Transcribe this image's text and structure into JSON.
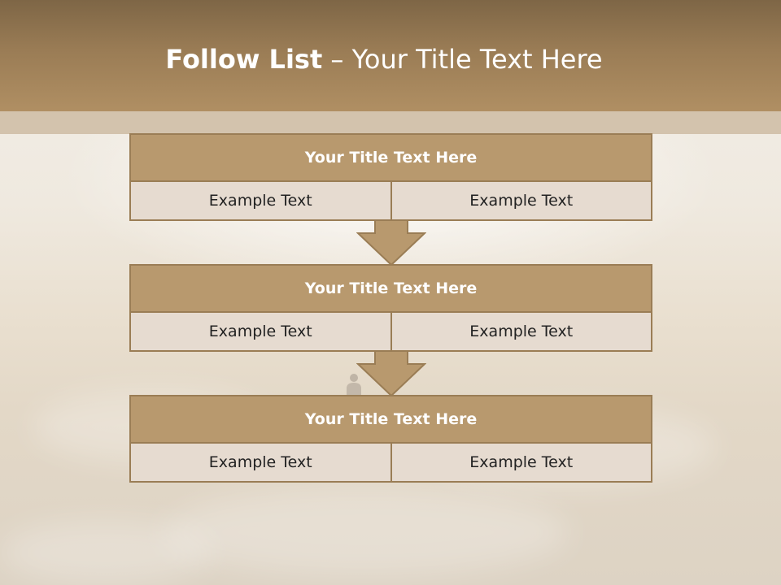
{
  "slide": {
    "title_bold": "Follow List",
    "title_rest": " – Your Title Text Here",
    "blocks": [
      {
        "title": "Your Title Text Here",
        "left": "Example Text",
        "right": "Example Text"
      },
      {
        "title": "Your Title Text Here",
        "left": "Example Text",
        "right": "Example Text"
      },
      {
        "title": "Your Title Text Here",
        "left": "Example Text",
        "right": "Example Text"
      }
    ]
  },
  "colors": {
    "header": "#9a7c55",
    "block_title": "#b8996e",
    "block_cell": "#e6dbd0",
    "border": "#9a7d55"
  }
}
